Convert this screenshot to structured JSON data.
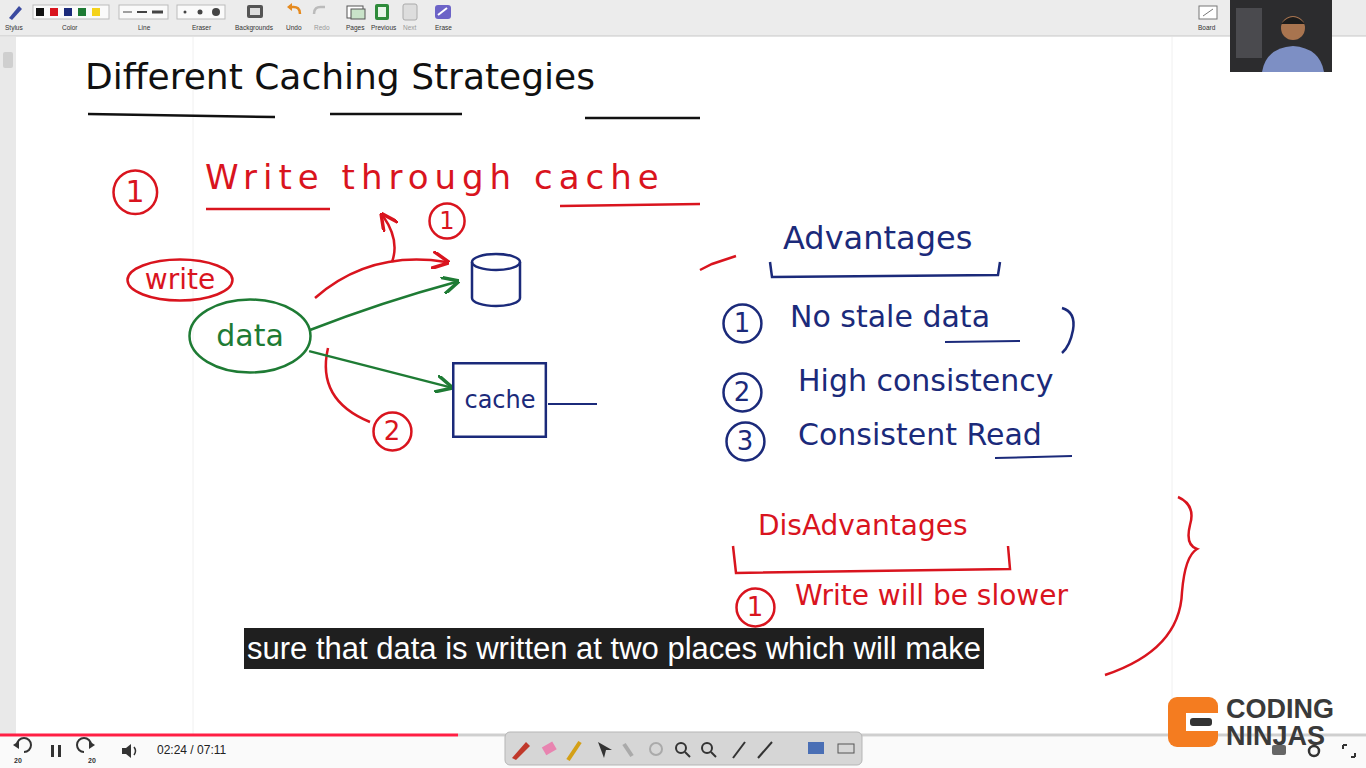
{
  "diagram": {
    "title": "Different Caching Strategies",
    "caption": "sure that data is written at two places which will make",
    "nodes": [
      {
        "text": [
          "1"
        ]
      },
      {
        "text": [
          "1"
        ]
      },
      {
        "text": [
          "write"
        ]
      },
      {
        "text": [
          "data"
        ]
      },
      {
        "text": [
          "cache"
        ]
      },
      {
        "text": [
          "2"
        ]
      },
      {
        "text": [
          "1"
        ]
      },
      {
        "text": [
          "2"
        ]
      },
      {
        "text": [
          "3"
        ]
      },
      {
        "text": [
          "1"
        ]
      }
    ],
    "edges": [
      {
        "from": 3,
        "to": 4,
        "arrow": "to"
      }
    ],
    "labels": [
      "Write through cache",
      "Advantages",
      "No stale data",
      "High consistency",
      "Consistent Read",
      "DisAdvantages",
      "Write will be slower",
      "Stylus",
      "Color",
      "Line",
      "Eraser",
      "Backgrounds",
      "Undo",
      "Redo",
      "Pages",
      "Previous",
      "Next",
      "Erase",
      "Board",
      "02:24 / 07:11",
      "20",
      "20",
      "CODING",
      "NINJAS"
    ]
  }
}
